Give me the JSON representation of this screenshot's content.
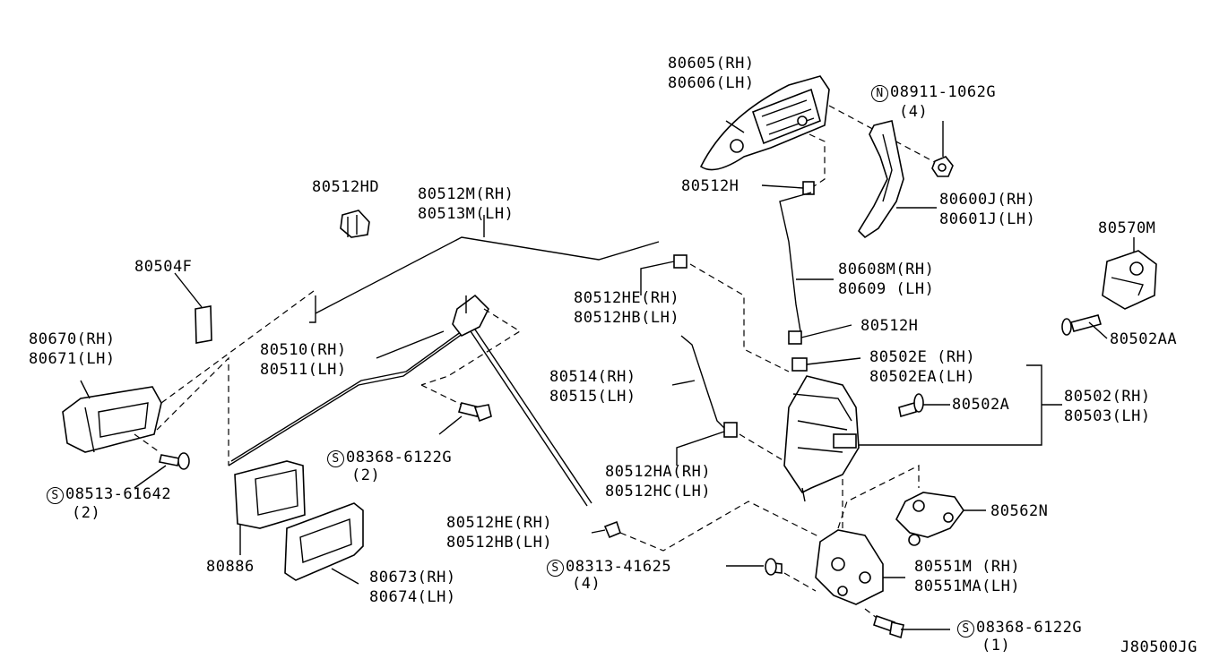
{
  "diagram_id": "J80500JG",
  "labels": {
    "l80605": "80605(RH)",
    "l80606": "80606(LH)",
    "l08911": "08911-1062G",
    "l08911_qty": "(4)",
    "l80512H_top": "80512H",
    "l80600J": "80600J(RH)",
    "l80601J": "80601J(LH)",
    "l80570M": "80570M",
    "l80502AA": "80502AA",
    "l80512HD": "80512HD",
    "l80512M": "80512M(RH)",
    "l80513M": "80513M(LH)",
    "l80504F": "80504F",
    "l80670": "80670(RH)",
    "l80671": "80671(LH)",
    "l80510": "80510(RH)",
    "l80511": "80511(LH)",
    "l80512HE_a": "80512HE(RH)",
    "l80512HB_a": "80512HB(LH)",
    "l80608M": "80608M(RH)",
    "l80609": "80609 (LH)",
    "l80512H_mid": "80512H",
    "l80502E": "80502E (RH)",
    "l80502EA": "80502EA(LH)",
    "l80514": "80514(RH)",
    "l80515": "80515(LH)",
    "l80502A": "80502A",
    "l80502": "80502(RH)",
    "l80503": "80503(LH)",
    "l08368_a": "08368-6122G",
    "l08368_a_qty": "(2)",
    "l08513": "08513-61642",
    "l08513_qty": "(2)",
    "l80512HA": "80512HA(RH)",
    "l80512HC": "80512HC(LH)",
    "l80562N": "80562N",
    "l80512HE_b": "80512HE(RH)",
    "l80512HB_b": "80512HB(LH)",
    "l08313": "08313-41625",
    "l08313_qty": "(4)",
    "l80551M": "80551M (RH)",
    "l80551MA": "80551MA(LH)",
    "l80886": "80886",
    "l80673": "80673(RH)",
    "l80674": "80674(LH)",
    "l08368_b": "08368-6122G",
    "l08368_b_qty": "(1)"
  },
  "prefix_symbols": {
    "nut": "N",
    "screw": "S"
  }
}
